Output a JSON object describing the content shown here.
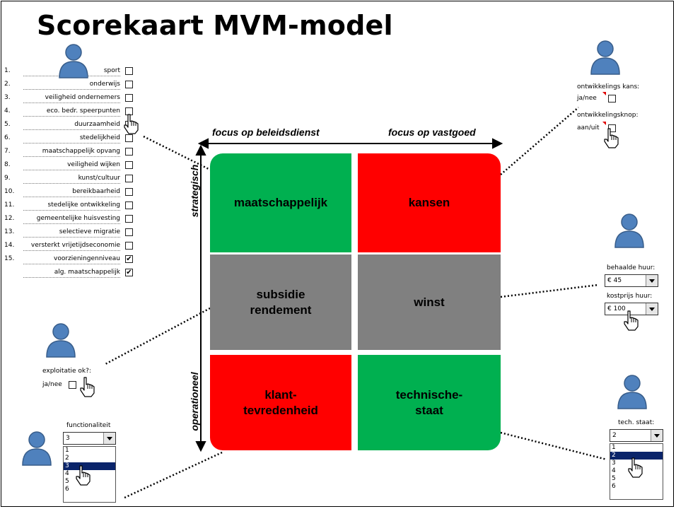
{
  "title": "Scorekaart MVM-model",
  "checklist": [
    {
      "num": "1.",
      "label": "sport",
      "checked": false
    },
    {
      "num": "2.",
      "label": "onderwijs",
      "checked": false
    },
    {
      "num": "3.",
      "label": "veiligheid ondernemers",
      "checked": false
    },
    {
      "num": "4.",
      "label": "eco. bedr. speerpunten",
      "checked": false
    },
    {
      "num": "5.",
      "label": "duurzaamheid",
      "checked": false
    },
    {
      "num": "6.",
      "label": "stedelijkheid",
      "checked": false
    },
    {
      "num": "7.",
      "label": "maatschappelijk opvang",
      "checked": false
    },
    {
      "num": "8.",
      "label": "veiligheid wijken",
      "checked": false
    },
    {
      "num": "9.",
      "label": "kunst/cultuur",
      "checked": false
    },
    {
      "num": "10.",
      "label": "bereikbaarheid",
      "checked": false
    },
    {
      "num": "11.",
      "label": "stedelijke ontwikkeling",
      "checked": false
    },
    {
      "num": "12.",
      "label": "gemeentelijke huisvesting",
      "checked": false
    },
    {
      "num": "13.",
      "label": "selectieve migratie",
      "checked": false
    },
    {
      "num": "14.",
      "label": "versterkt vrijetijdseconomie",
      "checked": false
    },
    {
      "num": "15.",
      "label": "voorzieningenniveau",
      "checked": true
    },
    {
      "num": "",
      "label": "alg. maatschappelijk",
      "checked": true
    }
  ],
  "axes": {
    "left_top": "focus op beleidsdienst",
    "right_top": "focus op vastgoed",
    "vertical_top": "strategisch",
    "vertical_bottom": "operationeel"
  },
  "quadrants": {
    "q1": "maatschappelijk",
    "q2": "kansen",
    "q3": "subsidie rendement",
    "q4": "winst",
    "q5": "klant- tevredenheid",
    "q6": "technische- staat"
  },
  "quadrant_lines": {
    "q3": [
      "subsidie",
      "rendement"
    ],
    "q5": [
      "klant-",
      "tevredenheid"
    ],
    "q6": [
      "technische-",
      "staat"
    ]
  },
  "colors": {
    "green": "#00b050",
    "red": "#ff0000",
    "gray": "#808080",
    "person": "#4f81bd"
  },
  "right_top_panel": {
    "kans_label": "ontwikkelings kans:",
    "kans_option": "ja/nee",
    "knop_label": "ontwikkelingsknop:",
    "knop_option": "aan/uit"
  },
  "huur_panel": {
    "behaalde_label": "behaalde huur:",
    "behaalde_value": "€ 45",
    "kostprijs_label": "kostprijs huur:",
    "kostprijs_value": "€ 100"
  },
  "exploitatie": {
    "label": "exploitatie ok?:",
    "option": "ja/nee"
  },
  "functionaliteit": {
    "label": "functionaliteit",
    "value": "3",
    "options": [
      "1",
      "2",
      "3",
      "4",
      "5",
      "6"
    ],
    "selected": "3"
  },
  "tech_staat": {
    "label": "tech. staat:",
    "value": "2",
    "options": [
      "1",
      "2",
      "3",
      "4",
      "5",
      "6"
    ],
    "selected": "2"
  },
  "icons": [
    "person-icon",
    "hand-cursor-icon",
    "checkbox-icon",
    "dropdown-arrow-icon"
  ]
}
